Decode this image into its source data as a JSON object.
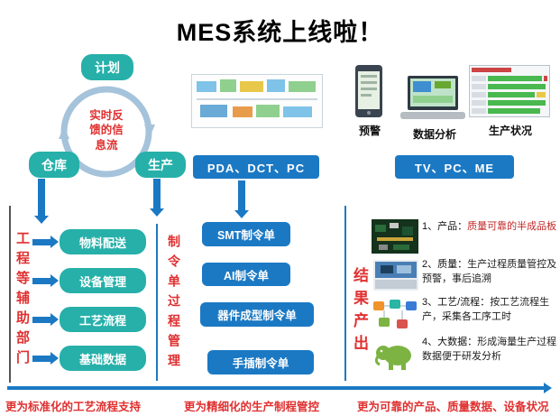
{
  "title": "MES系统上线啦！",
  "cycle": {
    "plan": "计划",
    "warehouse": "仓库",
    "production": "生产",
    "center_text": "实时反馈的信息流"
  },
  "top_devices": {
    "warning_label": "预警",
    "analysis_label": "数据分析",
    "status_label": "生产状况"
  },
  "buttons": {
    "pda": "PDA、DCT、PC",
    "tv": "TV、PC、ME"
  },
  "left_section": {
    "vertical_label": "工程等辅助部门",
    "boxes": [
      "物料配送",
      "设备管理",
      "工艺流程",
      "基础数据"
    ]
  },
  "middle_section": {
    "vertical_label": "制令单过程管理",
    "boxes": [
      "SMT制令单",
      "AI制令单",
      "器件成型制令单",
      "手插制令单"
    ]
  },
  "right_section": {
    "vertical_label": "结果产出",
    "items": [
      {
        "num": "1、",
        "label": "产品：",
        "desc": "质量可靠的半成品板"
      },
      {
        "num": "2、",
        "label": "质量：",
        "desc": "生产过程质量管控及预警，事后追溯"
      },
      {
        "num": "3、",
        "label": "工艺/流程：",
        "desc": "按工艺流程生产，采集各工序工时"
      },
      {
        "num": "4、",
        "label": "大数据：",
        "desc": "形成海量生产过程数据便于研发分析"
      }
    ]
  },
  "footer": {
    "left": "更为标准化的工艺流程支持",
    "middle": "更为精细化的生产制程管控",
    "right": "更为可靠的产品、质量数据、设备状况"
  },
  "colors": {
    "teal": "#26b0a9",
    "blue": "#1b79c4",
    "red": "#e03030",
    "ring": "#a5c3da"
  }
}
